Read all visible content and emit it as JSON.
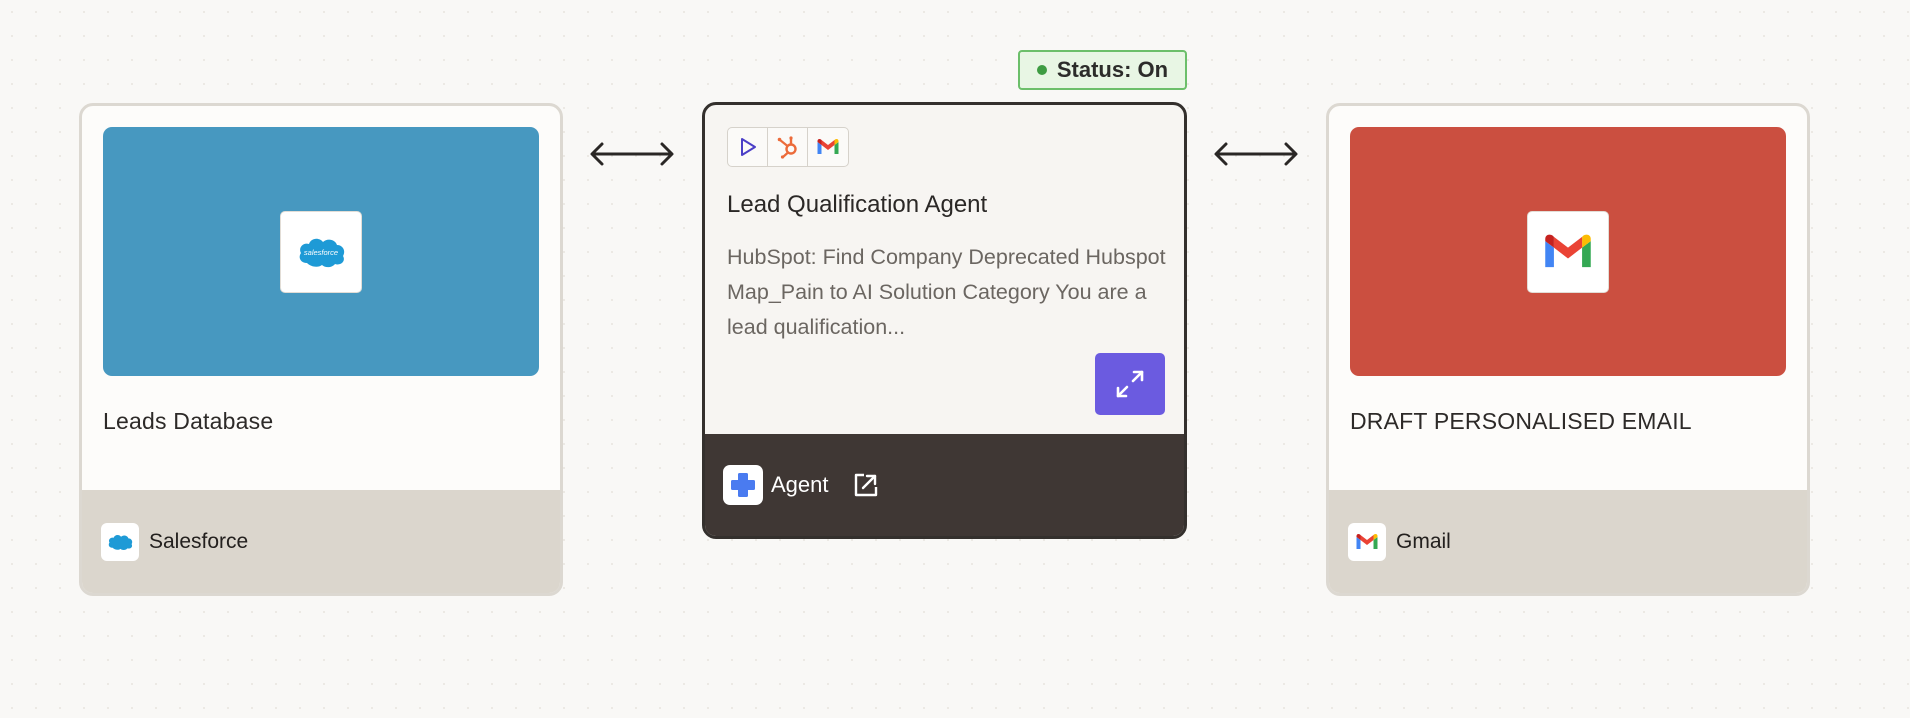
{
  "status": {
    "label": "Status: On",
    "dot_color": "#3e9c42"
  },
  "steps": {
    "source": {
      "title": "Leads Database",
      "app_name": "Salesforce",
      "app_icon": "salesforce-icon",
      "logo_text": "salesforce",
      "hero_color": "#4798c0"
    },
    "agent": {
      "title": "Lead Qualification Agent",
      "description": "HubSpot: Find Company Deprecated Hubspot Map_Pain to AI Solution Category You are a lead qualification...",
      "tool_icons": [
        "play-icon",
        "hubspot-icon",
        "gmail-icon"
      ],
      "footer_label": "Agent",
      "expand_color": "#6b5be0"
    },
    "destination": {
      "title": "DRAFT PERSONALISED EMAIL",
      "app_name": "Gmail",
      "app_icon": "gmail-icon",
      "hero_color": "#cb4f40"
    }
  },
  "connectors": [
    "bidirectional-arrow-icon",
    "bidirectional-arrow-icon"
  ]
}
